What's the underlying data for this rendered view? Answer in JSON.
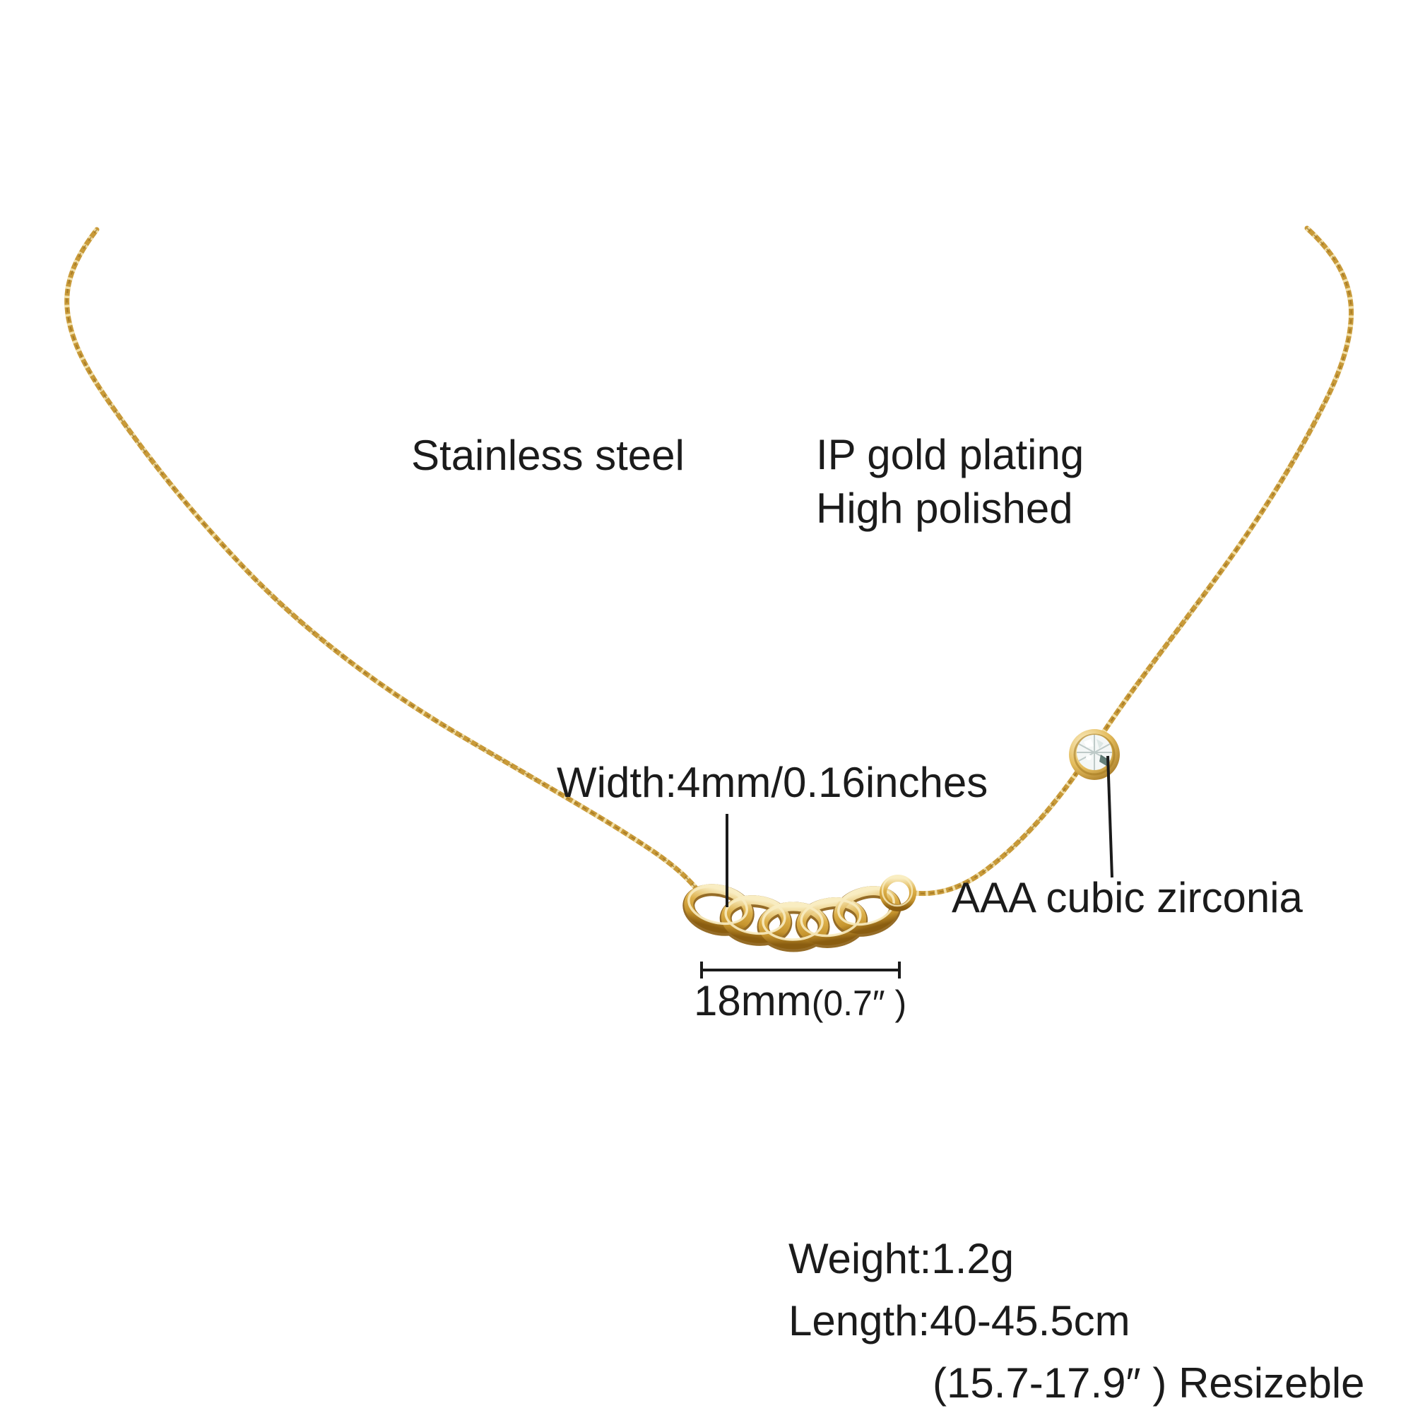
{
  "image": {
    "kind": "jewelry product annotation photo",
    "background": "#ffffff"
  },
  "annotations": {
    "material": "Stainless steel",
    "plating_line1": "IP gold plating",
    "plating_line2": "High polished",
    "width": "Width:4mm/0.16inches",
    "stone": "AAA cubic zirconia",
    "segment_main": "18mm",
    "segment_sub": "(0.7″ )",
    "weight": "Weight:1.2g",
    "length": "Length:40-45.5cm",
    "resize": "(15.7-17.9″ ) Resizeble"
  },
  "colors": {
    "gold_base": "#c89a39",
    "gold_highlight": "#f2e0a8",
    "gold_shadow": "#8f661a",
    "bezel_light": "#fdf4d4",
    "stone_fill": "#f4f7f6",
    "stone_facet": "#b9c6c4",
    "annotation_ink": "#1b1b1b"
  }
}
